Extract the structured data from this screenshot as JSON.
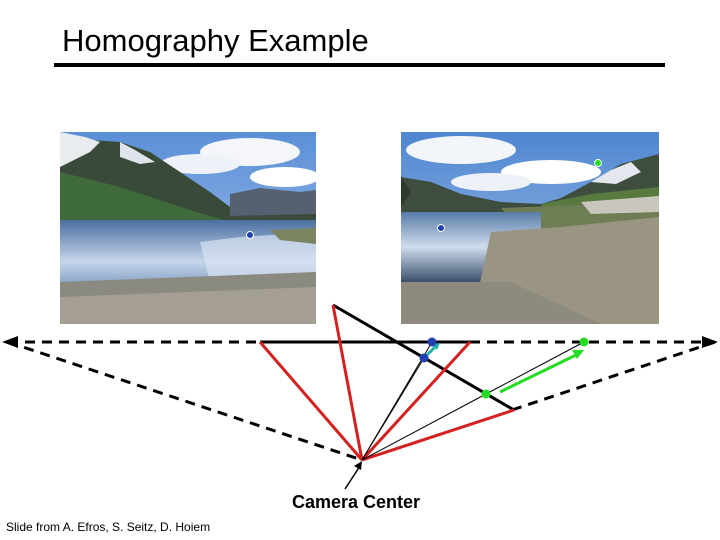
{
  "slide": {
    "title": "Homography Example",
    "camera_label": "Camera Center",
    "credit": "Slide from A. Efros, S. Seitz, D. Hoiem"
  },
  "images": [
    {
      "name": "left-photo",
      "depicts": "lake reflecting mountains and clouds"
    },
    {
      "name": "right-photo",
      "depicts": "same lake viewed from a rotated camera, with shoreline road"
    }
  ],
  "colors": {
    "frustum": "#d42020",
    "image_plane": "#000000",
    "blue_point": "#2040b0",
    "green_point": "#22dd22",
    "teal_arrow": "#20b0b0"
  }
}
